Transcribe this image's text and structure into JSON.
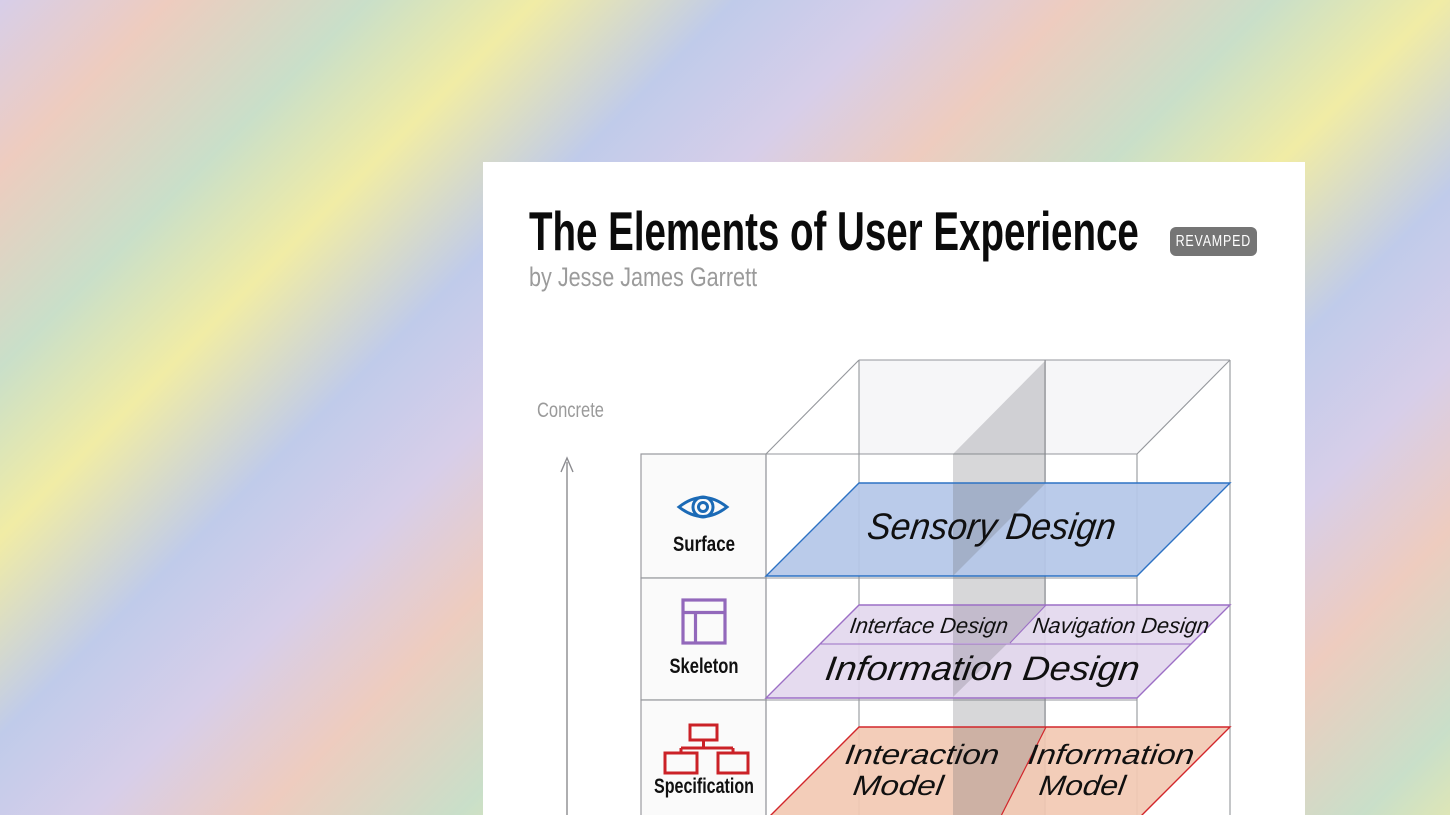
{
  "background": {
    "stripe_colors": [
      "#d7cee9",
      "#eeccbf",
      "#c9dfc9",
      "#f1eca5",
      "#c0cbea"
    ]
  },
  "header": {
    "title": "The Elements of User Experience",
    "badge": "REVAMPED",
    "subtitle": "by Jesse James Garrett"
  },
  "diagram": {
    "axis_label": "Concrete",
    "rows": [
      {
        "label": "Surface",
        "icon": "eye-icon",
        "color": "#1b6ab6"
      },
      {
        "label": "Skeleton",
        "icon": "layout-icon",
        "color": "#9268bb"
      },
      {
        "label": "Specification",
        "icon": "sitemap-icon",
        "color": "#cb2127"
      }
    ],
    "planes": {
      "sensory": {
        "label": "Sensory Design",
        "fill": "#b4c7e8",
        "stroke": "#2d72c4"
      },
      "skeleton": {
        "cell_left": "Interface Design",
        "cell_right": "Navigation Design",
        "main": "Information Design",
        "fill": "#e3d8ee",
        "stroke": "#9c6fc5"
      },
      "specification": {
        "left_line1": "Interaction",
        "left_line2": "Model",
        "right_line1": "Information",
        "right_line2": "Model",
        "fill": "#f2c9b3",
        "stroke": "#d2262b"
      }
    }
  }
}
